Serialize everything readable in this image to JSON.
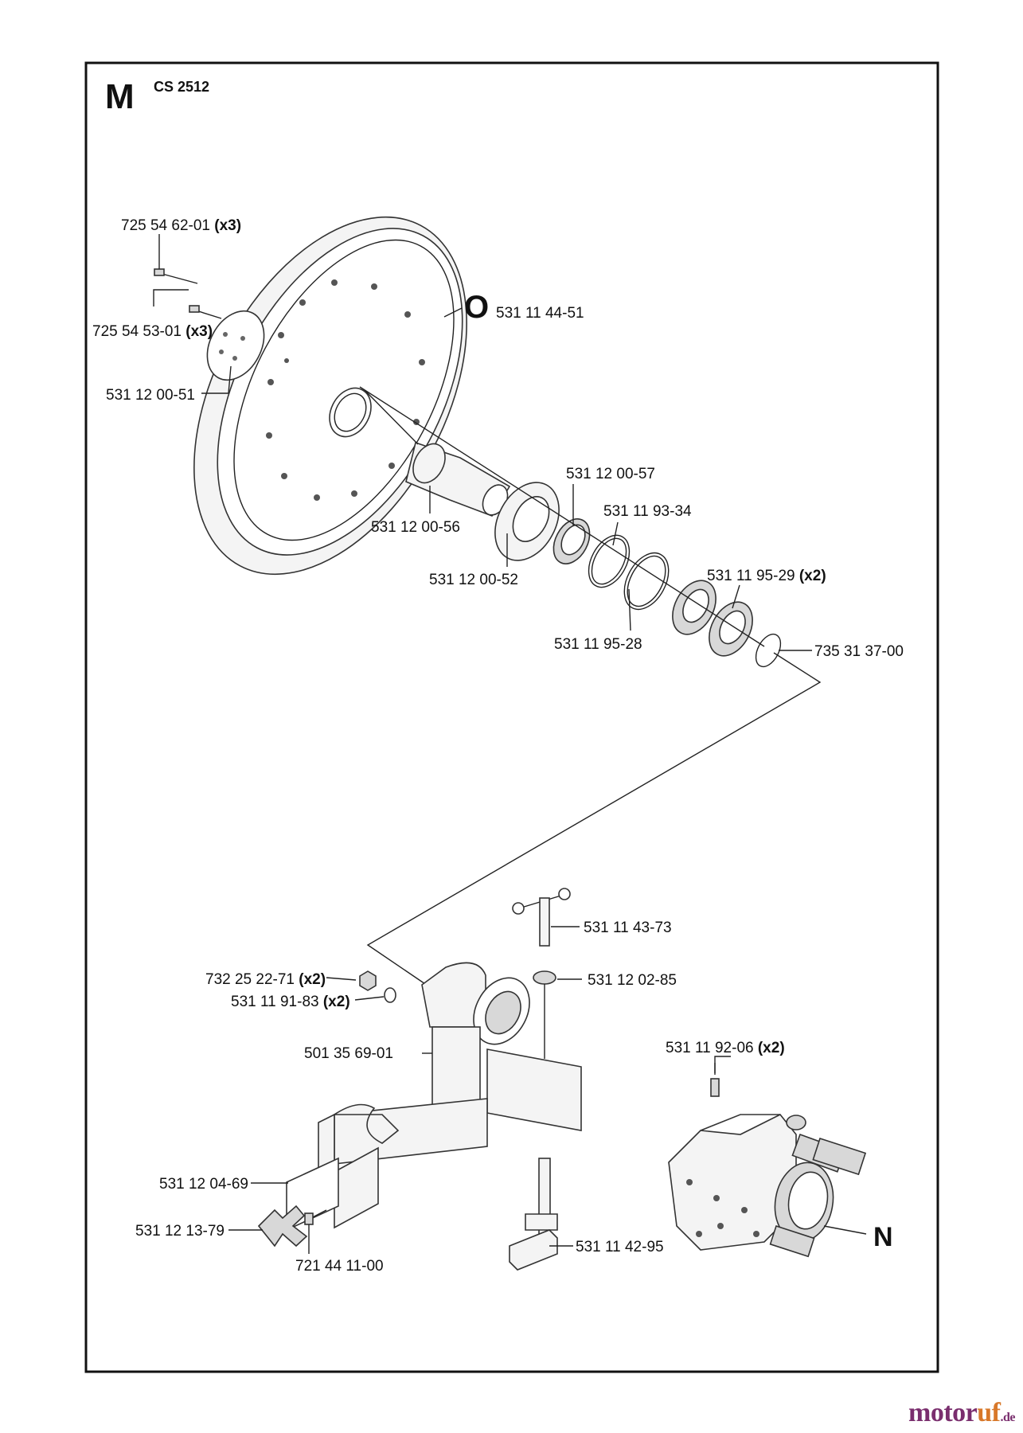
{
  "section_letter": "M",
  "model": "CS 2512",
  "callouts": {
    "O": "O",
    "N": "N"
  },
  "parts": [
    {
      "id": "p1",
      "number": "725 54 62-01",
      "qty": "(x3)"
    },
    {
      "id": "p2",
      "number": "725 54 53-01",
      "qty": "(x3)"
    },
    {
      "id": "p3",
      "number": "531 12 00-51",
      "qty": ""
    },
    {
      "id": "p4",
      "number": "531 11 44-51",
      "qty": ""
    },
    {
      "id": "p5",
      "number": "531 12 00-57",
      "qty": ""
    },
    {
      "id": "p6",
      "number": "531 12 00-56",
      "qty": ""
    },
    {
      "id": "p7",
      "number": "531 11 93-34",
      "qty": ""
    },
    {
      "id": "p8",
      "number": "531 12 00-52",
      "qty": ""
    },
    {
      "id": "p9",
      "number": "531 11 95-29",
      "qty": "(x2)"
    },
    {
      "id": "p10",
      "number": "531 11 95-28",
      "qty": ""
    },
    {
      "id": "p11",
      "number": "735 31 37-00",
      "qty": ""
    },
    {
      "id": "p12",
      "number": "531 11 43-73",
      "qty": ""
    },
    {
      "id": "p13",
      "number": "732 25 22-71",
      "qty": "(x2)"
    },
    {
      "id": "p14",
      "number": "531 12 02-85",
      "qty": ""
    },
    {
      "id": "p15",
      "number": "531 11 91-83",
      "qty": "(x2)"
    },
    {
      "id": "p16",
      "number": "531 11 92-06",
      "qty": "(x2)"
    },
    {
      "id": "p17",
      "number": "501 35 69-01",
      "qty": ""
    },
    {
      "id": "p18",
      "number": "531 12 04-69",
      "qty": ""
    },
    {
      "id": "p19",
      "number": "531 12 13-79",
      "qty": ""
    },
    {
      "id": "p20",
      "number": "531 11 42-95",
      "qty": ""
    },
    {
      "id": "p21",
      "number": "721 44 11-00",
      "qty": ""
    }
  ],
  "watermark": {
    "main": "motor",
    "accent": "uf",
    "tld": ".de"
  }
}
